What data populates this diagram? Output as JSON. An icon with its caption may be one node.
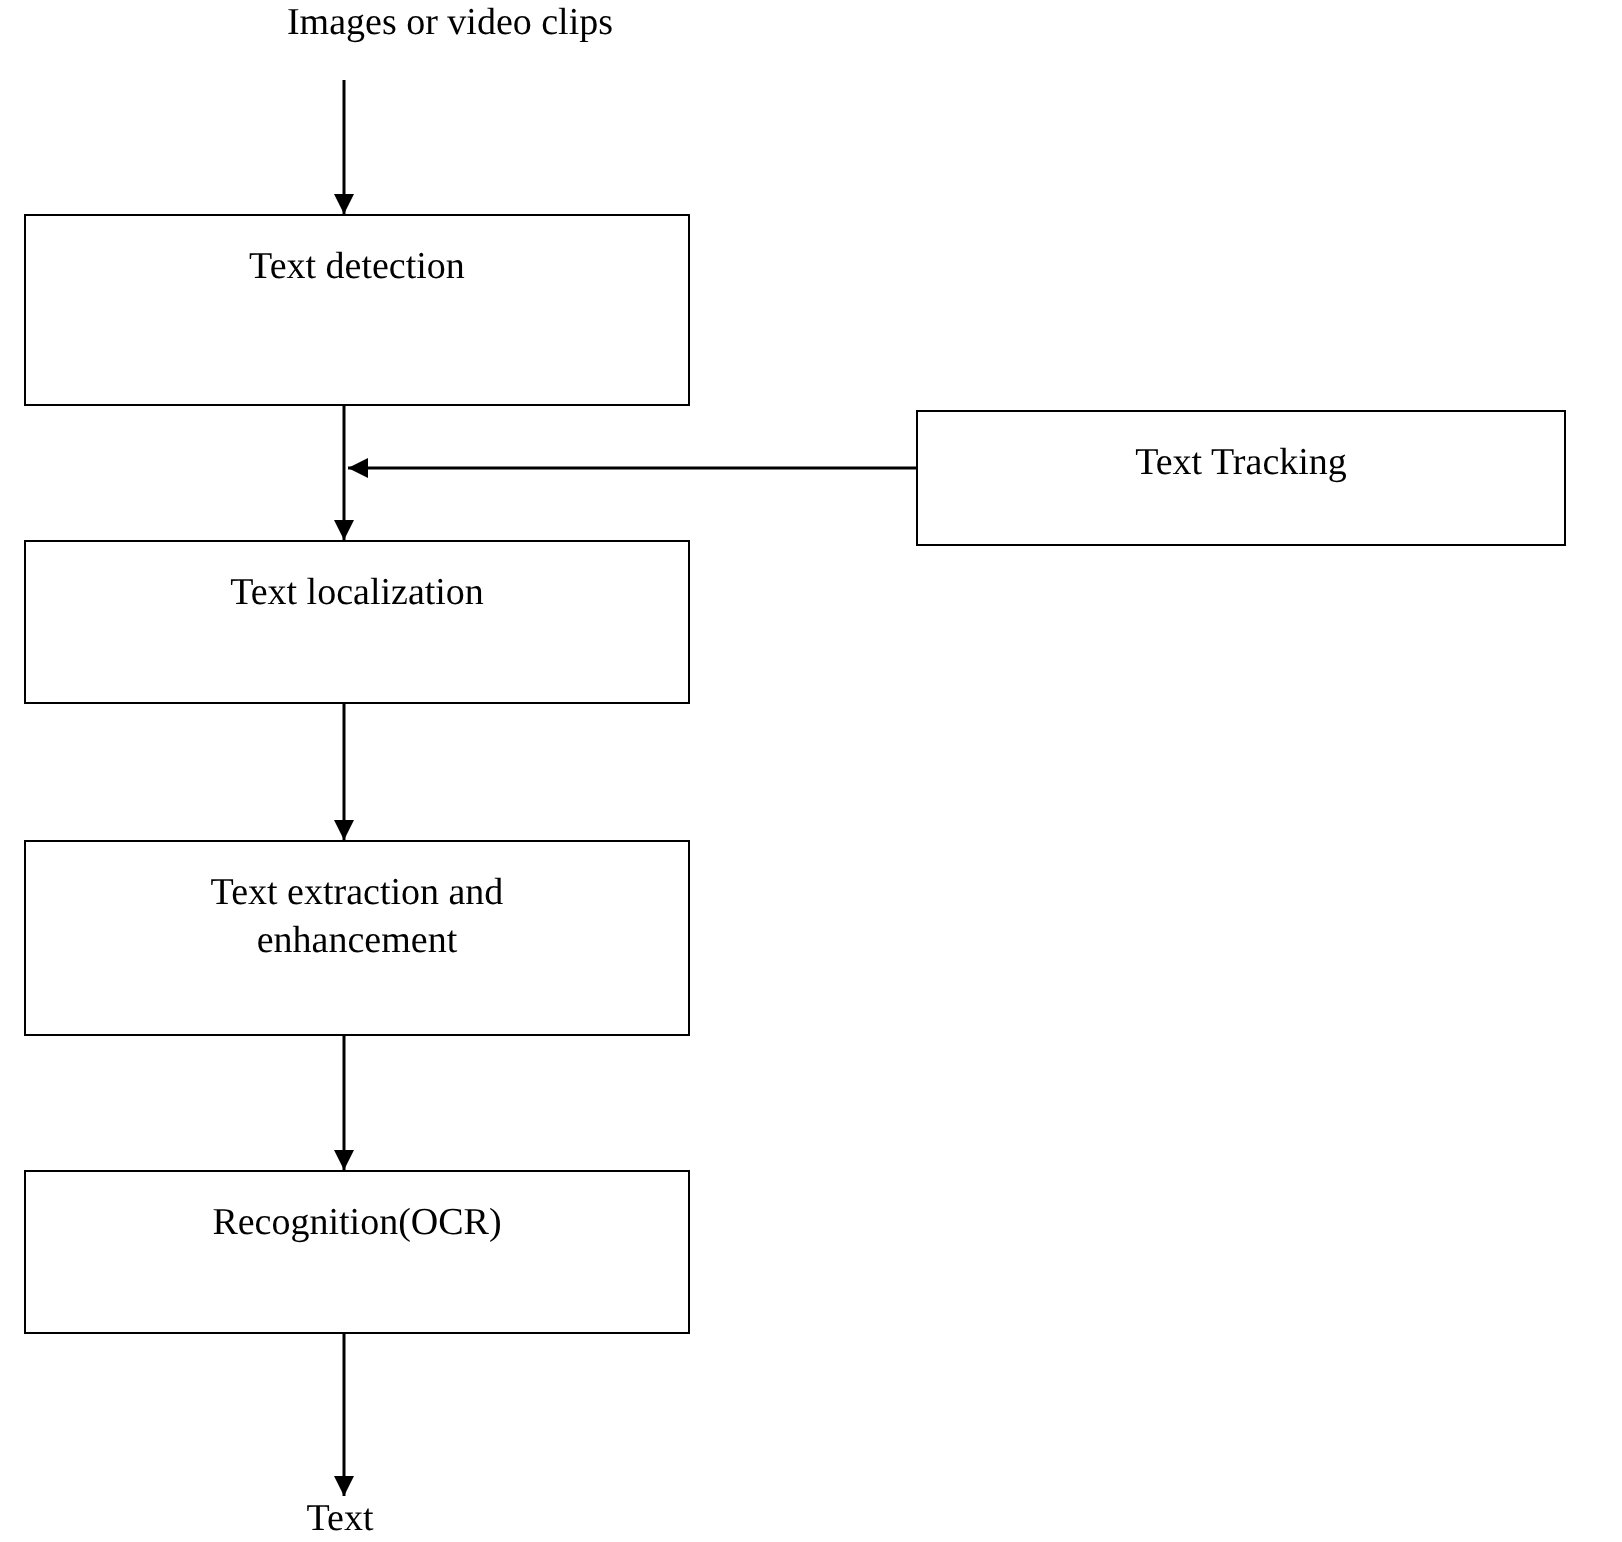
{
  "diagram": {
    "nodes": [
      {
        "text": [
          "Images or video clips"
        ]
      },
      {
        "text": [
          "Text detection"
        ]
      },
      {
        "text": [
          "Text Tracking"
        ]
      },
      {
        "text": [
          "Text localization"
        ]
      },
      {
        "text": [
          "Text extraction and enhancement"
        ]
      },
      {
        "text": [
          "Recognition(OCR)"
        ]
      },
      {
        "text": [
          "Text"
        ]
      }
    ],
    "edges": [
      {
        "from": 0,
        "to": 1,
        "arrow": "to"
      },
      {
        "from": 1,
        "to": 3,
        "arrow": "to"
      },
      {
        "from": 2,
        "to": null,
        "arrow": "to"
      },
      {
        "from": 3,
        "to": 4,
        "arrow": "to"
      },
      {
        "from": 4,
        "to": 5,
        "arrow": "to"
      },
      {
        "from": 5,
        "to": 6,
        "arrow": "to"
      }
    ]
  }
}
